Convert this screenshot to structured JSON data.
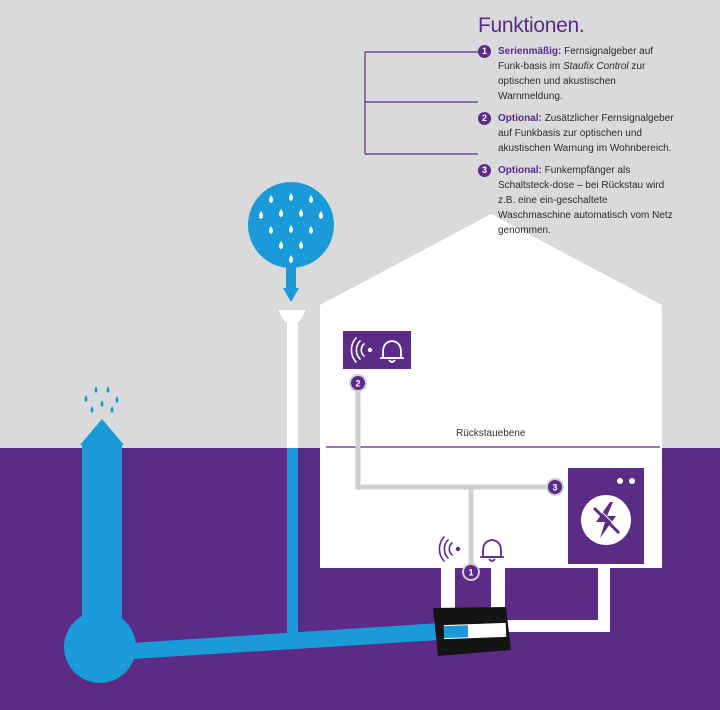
{
  "title": "Funktionen.",
  "functions": [
    {
      "number": "1",
      "key": "Serienmäßig:",
      "before": " Fernsignalgeber auf Funk-basis im ",
      "emphasis": "Staufix Control",
      "after": " zur optischen und akustischen Warnmeldung."
    },
    {
      "number": "2",
      "key": "Optional:",
      "before": " Zusätzlicher Fernsignalgeber auf Funkbasis zur optischen und akustischen Warnung im Wohnbereich.",
      "emphasis": "",
      "after": ""
    },
    {
      "number": "3",
      "key": "Optional:",
      "before": " Funkempfänger als Schaltsteck-dose – bei Rückstau wird z.B. eine ein-geschaltete Waschmaschine automatisch vom Netz genommen.",
      "emphasis": "",
      "after": ""
    }
  ],
  "diagram": {
    "rueckstau_label": "Rückstauebene",
    "markers": [
      "1",
      "2",
      "3"
    ]
  },
  "colors": {
    "background_sky": "#d9dadb",
    "ground": "#5b2b86",
    "water": "#1a9ad6",
    "house": "#ffffff",
    "accent": "#5b2b86"
  },
  "icons": [
    "signal-icon",
    "bell-icon",
    "no-power-icon",
    "shower-icon",
    "water-drop-icon"
  ]
}
